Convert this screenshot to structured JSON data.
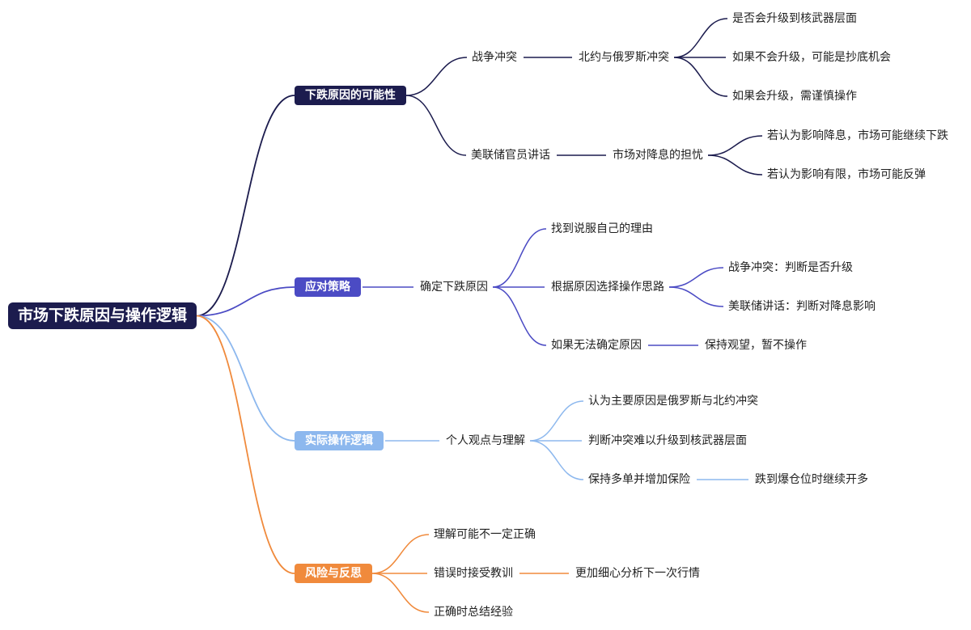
{
  "root": "市场下跌原因与操作逻辑",
  "colors": {
    "navy": "#1c1c4e",
    "indigo": "#4b4bc4",
    "lightblue": "#8db8ee",
    "orange": "#f08a3c"
  },
  "branches": [
    {
      "label": "下跌原因的可能性",
      "children": [
        {
          "label": "战争冲突",
          "next": "北约与俄罗斯冲突",
          "leaves": [
            "是否会升级到核武器层面",
            "如果不会升级，可能是抄底机会",
            "如果会升级，需谨慎操作"
          ]
        },
        {
          "label": "美联储官员讲话",
          "next": "市场对降息的担忧",
          "leaves": [
            "若认为影响降息，市场可能继续下跌",
            "若认为影响有限，市场可能反弹"
          ]
        }
      ]
    },
    {
      "label": "应对策略",
      "child": "确定下跌原因",
      "items": [
        {
          "label": "找到说服自己的理由"
        },
        {
          "label": "根据原因选择操作思路",
          "leaves": [
            "战争冲突：判断是否升级",
            "美联储讲话：判断对降息影响"
          ]
        },
        {
          "label": "如果无法确定原因",
          "next": "保持观望，暂不操作"
        }
      ]
    },
    {
      "label": "实际操作逻辑",
      "child": "个人观点与理解",
      "items": [
        {
          "label": "认为主要原因是俄罗斯与北约冲突"
        },
        {
          "label": "判断冲突难以升级到核武器层面"
        },
        {
          "label": "保持多单并增加保险",
          "next": "跌到爆仓位时继续开多"
        }
      ]
    },
    {
      "label": "风险与反思",
      "items": [
        {
          "label": "理解可能不一定正确"
        },
        {
          "label": "错误时接受教训",
          "next": "更加细心分析下一次行情"
        },
        {
          "label": "正确时总结经验"
        }
      ]
    }
  ]
}
